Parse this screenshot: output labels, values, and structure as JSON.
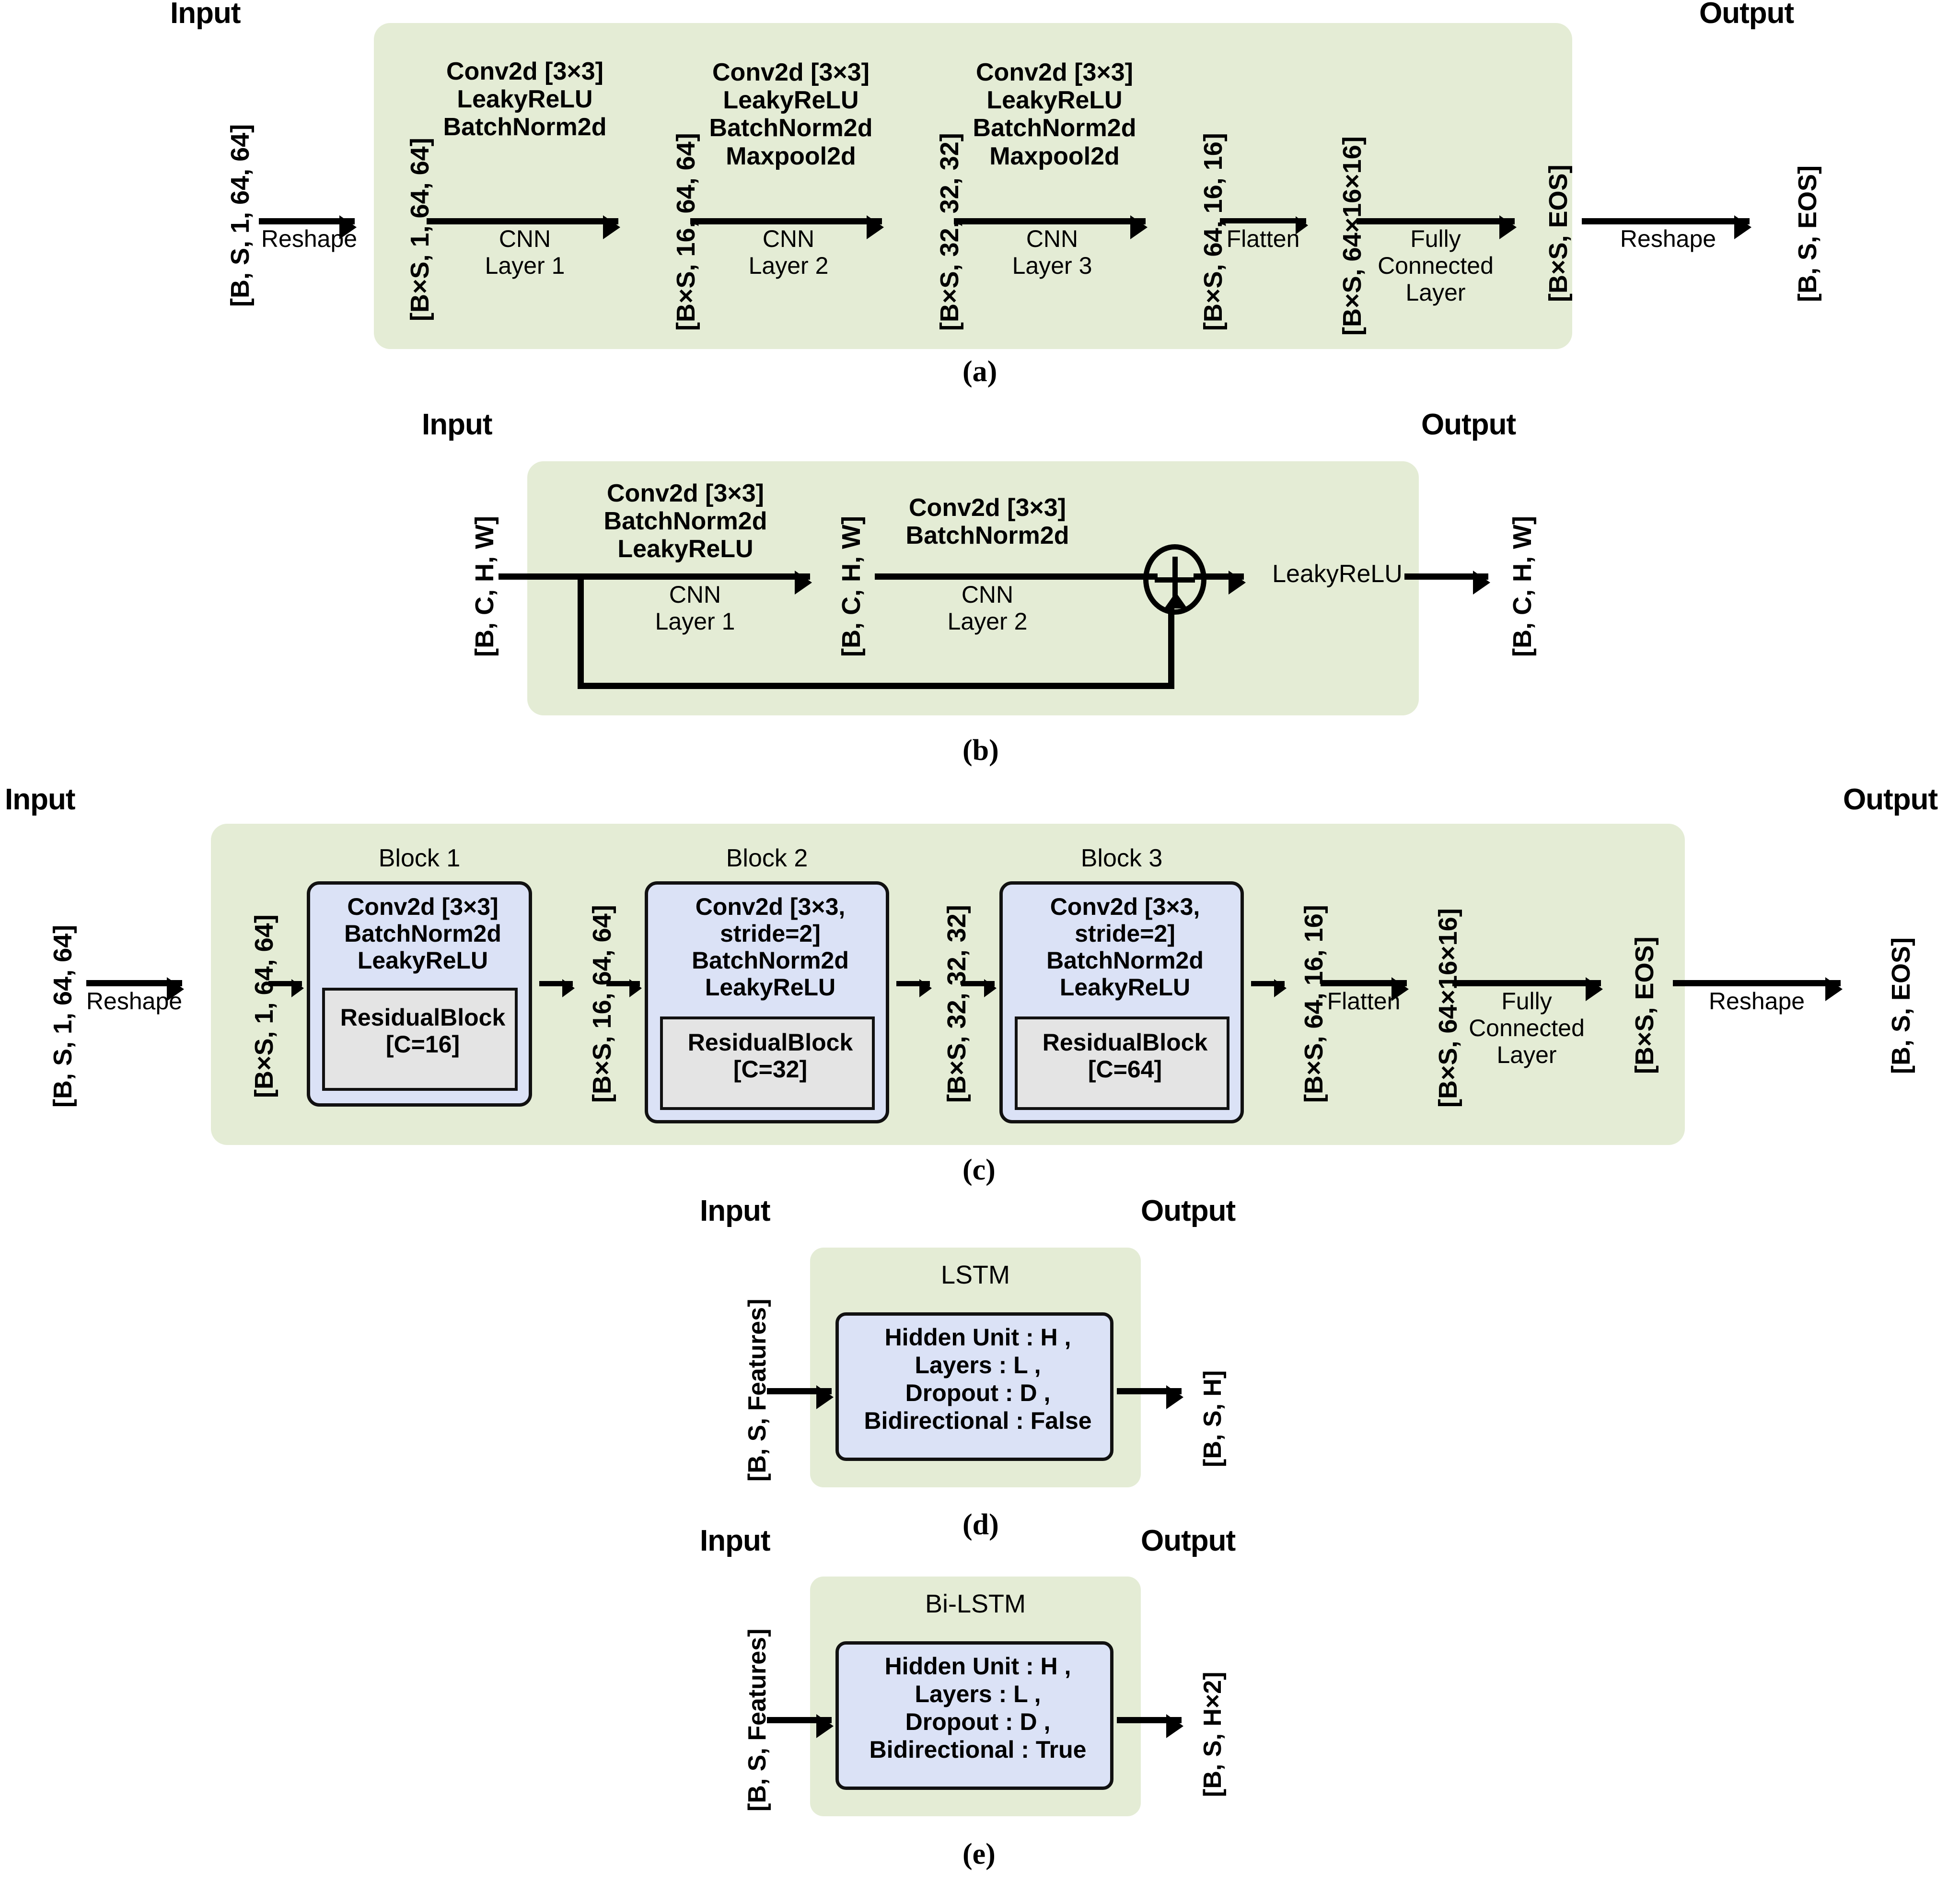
{
  "labels": {
    "input": "Input",
    "output": "Output"
  },
  "captions": {
    "a": "(a)",
    "b": "(b)",
    "c": "(c)",
    "d": "(d)",
    "e": "(e)"
  },
  "colors": {
    "panel_bg": "#e4ecd5",
    "block_bg": "#dbe2f6",
    "residual_bg": "#e4e4e4",
    "stroke": "#000000",
    "page_bg": "#ffffff"
  },
  "panel_a": {
    "input_shape": "[B, S, 1, 64, 64]",
    "output_shape": "[B, S, EOS]",
    "reshape_in": "Reshape",
    "reshape_out": "Reshape",
    "shapes": {
      "s1": "[B×S, 1, 64, 64]",
      "s2": "[B×S, 16, 64, 64]",
      "s3": "[B×S, 32, 32, 32]",
      "s4": "[B×S, 64, 16, 16]",
      "s5": "[B×S, 64×16×16]",
      "s6": "[B×S, EOS]"
    },
    "stages": [
      {
        "ops": [
          "Conv2d [3×3]",
          "LeakyReLU",
          "BatchNorm2d"
        ],
        "name": [
          "CNN",
          "Layer 1"
        ]
      },
      {
        "ops": [
          "Conv2d [3×3]",
          "LeakyReLU",
          "BatchNorm2d",
          "Maxpool2d"
        ],
        "name": [
          "CNN",
          "Layer 2"
        ]
      },
      {
        "ops": [
          "Conv2d [3×3]",
          "LeakyReLU",
          "BatchNorm2d",
          "Maxpool2d"
        ],
        "name": [
          "CNN",
          "Layer 3"
        ]
      }
    ],
    "flatten": "Flatten",
    "fc": [
      "Fully",
      "Connected",
      "Layer"
    ]
  },
  "panel_b": {
    "input_shape": "[B, C, H, W]",
    "mid_shape": "[B, C, H, W]",
    "output_shape": "[B, C, H, W]",
    "stage1_ops": [
      "Conv2d [3×3]",
      "BatchNorm2d",
      "LeakyReLU"
    ],
    "stage1_name": [
      "CNN",
      "Layer 1"
    ],
    "stage2_ops": [
      "Conv2d [3×3]",
      "BatchNorm2d"
    ],
    "stage2_name": [
      "CNN",
      "Layer 2"
    ],
    "add_symbol": "⊕",
    "activation": "LeakyReLU"
  },
  "panel_c": {
    "input_shape": "[B, S, 1, 64, 64]",
    "output_shape": "[B, S, EOS]",
    "reshape_in": "Reshape",
    "reshape_out": "Reshape",
    "shapes": {
      "s1": "[B×S, 1, 64, 64]",
      "s2": "[B×S, 16, 64, 64]",
      "s3": "[B×S, 32, 32, 32]",
      "s4": "[B×S, 64, 16, 16]",
      "s5": "[B×S, 64×16×16]",
      "s6": "[B×S, EOS]"
    },
    "blocks": [
      {
        "title": "Block 1",
        "ops": [
          "Conv2d [3×3]",
          "BatchNorm2d",
          "LeakyReLU"
        ],
        "residual": [
          "ResidualBlock",
          "[C=16]"
        ]
      },
      {
        "title": "Block 2",
        "ops": [
          "Conv2d [3×3,",
          "stride=2]",
          "BatchNorm2d",
          "LeakyReLU"
        ],
        "residual": [
          "ResidualBlock",
          "[C=32]"
        ]
      },
      {
        "title": "Block 3",
        "ops": [
          "Conv2d [3×3,",
          "stride=2]",
          "BatchNorm2d",
          "LeakyReLU"
        ],
        "residual": [
          "ResidualBlock",
          "[C=64]"
        ]
      }
    ],
    "flatten": "Flatten",
    "fc": [
      "Fully",
      "Connected",
      "Layer"
    ]
  },
  "panel_d": {
    "title": "LSTM",
    "input_shape": "[B, S, Features]",
    "output_shape": "[B, S, H]",
    "params": [
      "Hidden Unit : H ,",
      "Layers : L ,",
      "Dropout : D ,",
      "Bidirectional : False"
    ]
  },
  "panel_e": {
    "title": "Bi-LSTM",
    "input_shape": "[B, S, Features]",
    "output_shape": "[B, S, H×2]",
    "params": [
      "Hidden Unit : H ,",
      "Layers : L ,",
      "Dropout : D ,",
      "Bidirectional : True"
    ]
  }
}
